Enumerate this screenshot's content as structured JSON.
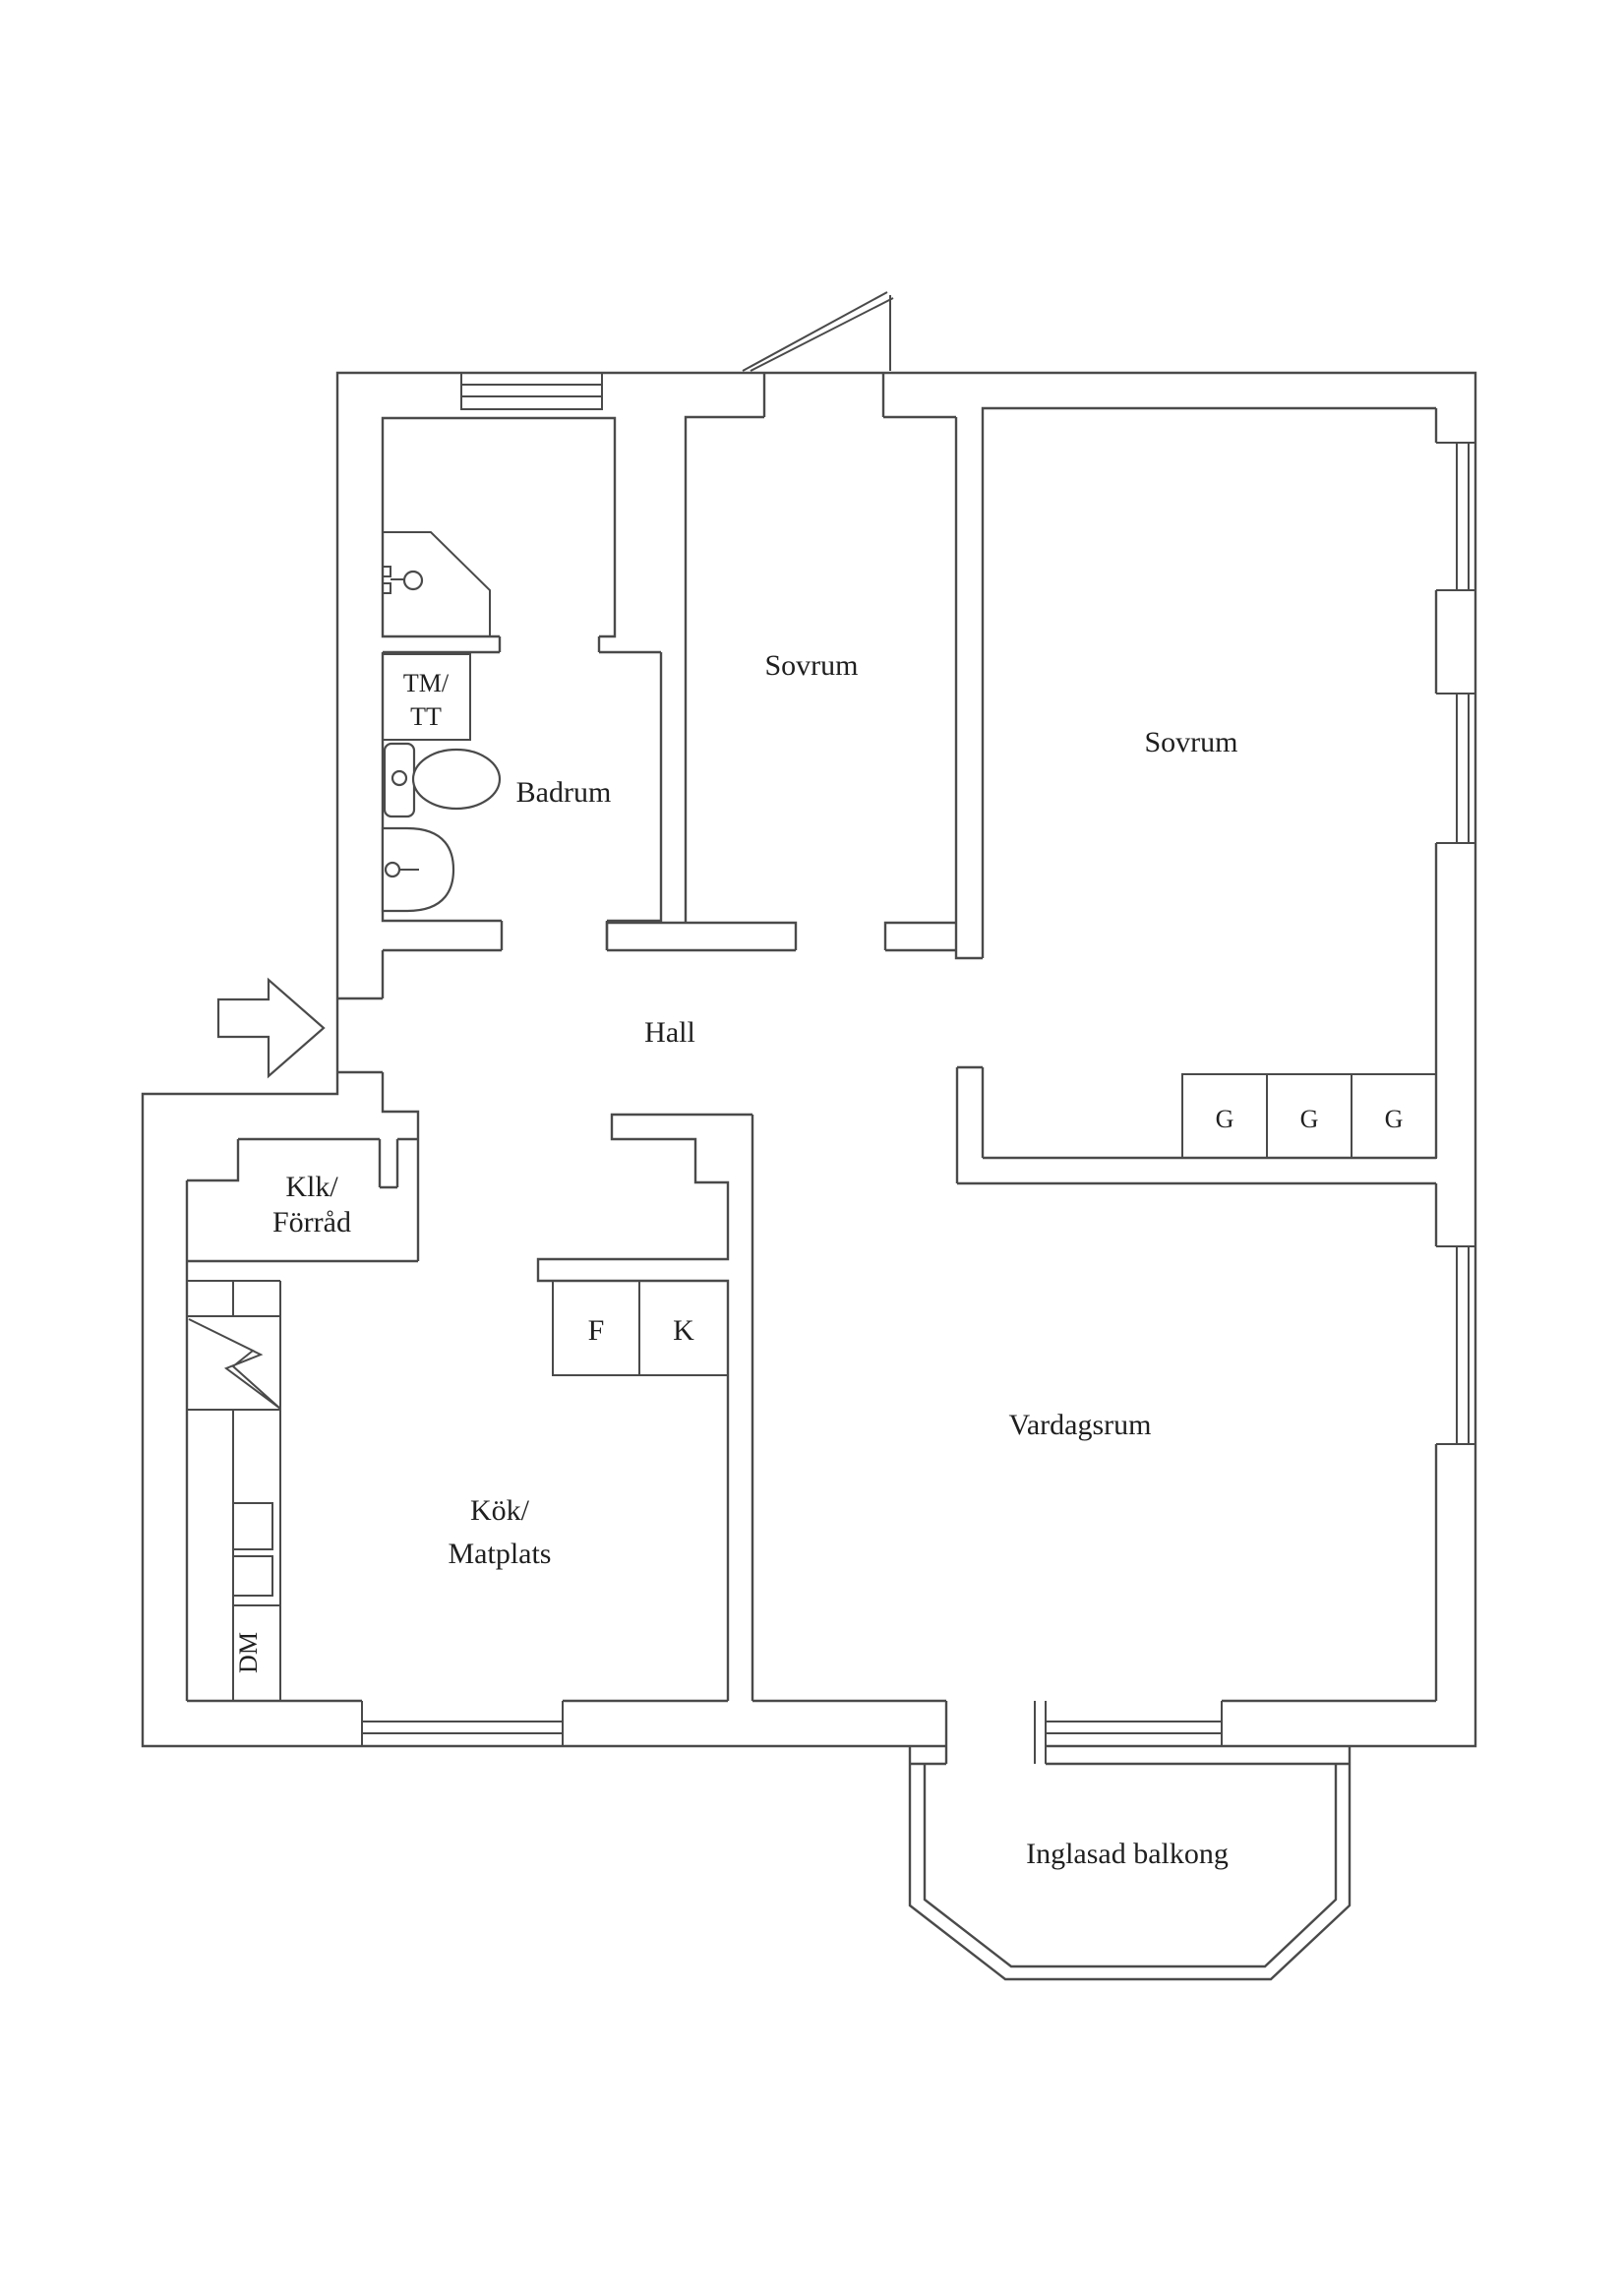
{
  "title": "Apartment floor plan",
  "colors": {
    "background": "#ffffff",
    "line": "#4a4a4a",
    "text": "#1f1f1f"
  },
  "rooms": {
    "sovrum_1": "Sovrum",
    "sovrum_2": "Sovrum",
    "badrum": "Badrum",
    "hall": "Hall",
    "klk_line1": "Klk/",
    "klk_line2": "Förråd",
    "kok_line1": "Kök/",
    "kok_line2": "Matplats",
    "vardagsrum": "Vardagsrum",
    "balkong": "Inglasad balkong"
  },
  "appliances": {
    "washer_line1": "TM/",
    "washer_line2": "TT",
    "fridge": "F",
    "freezer": "K",
    "dishwasher": "DM",
    "wardrobe_1": "G",
    "wardrobe_2": "G",
    "wardrobe_3": "G"
  }
}
